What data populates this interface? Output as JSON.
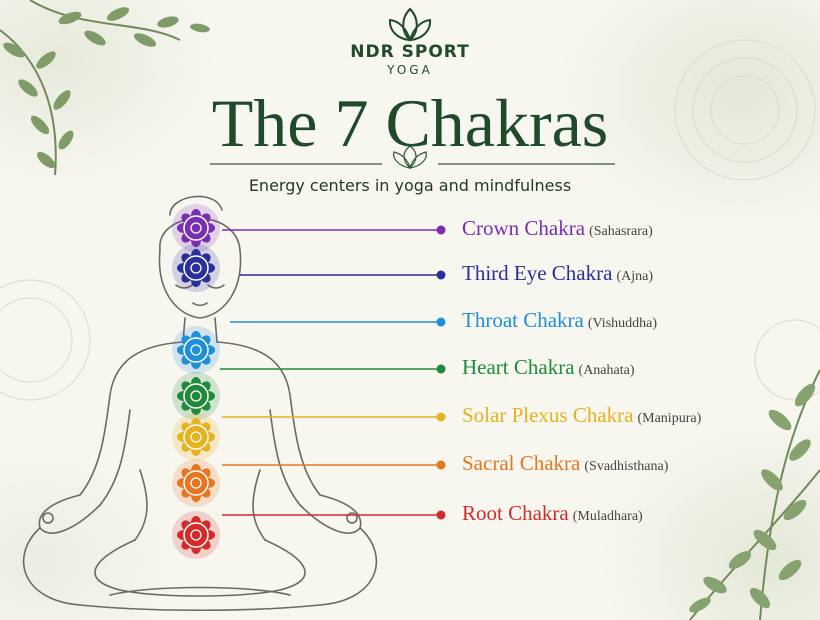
{
  "brand": {
    "name": "NDR SPORT",
    "sub": "YOGA",
    "logo_icon": "lotus-icon"
  },
  "title": "The 7 Chakras",
  "subtitle": "Energy centers in yoga and mindfulness",
  "chakras": [
    {
      "name": "Crown Chakra",
      "sanskrit": "(Sahasrara)",
      "color": "#7a2fb3"
    },
    {
      "name": "Third Eye Chakra",
      "sanskrit": "(Ajna)",
      "color": "#2a2f9c"
    },
    {
      "name": "Throat Chakra",
      "sanskrit": "(Vishuddha)",
      "color": "#1f8fd8"
    },
    {
      "name": "Heart Chakra",
      "sanskrit": "(Anahata)",
      "color": "#1f8a3a"
    },
    {
      "name": "Solar Plexus Chakra",
      "sanskrit": "(Manipura)",
      "color": "#e6b21e"
    },
    {
      "name": "Sacral Chakra",
      "sanskrit": "(Svadhisthana)",
      "color": "#e8761f"
    },
    {
      "name": "Root Chakra",
      "sanskrit": "(Muladhara)",
      "color": "#d42a2a"
    }
  ]
}
